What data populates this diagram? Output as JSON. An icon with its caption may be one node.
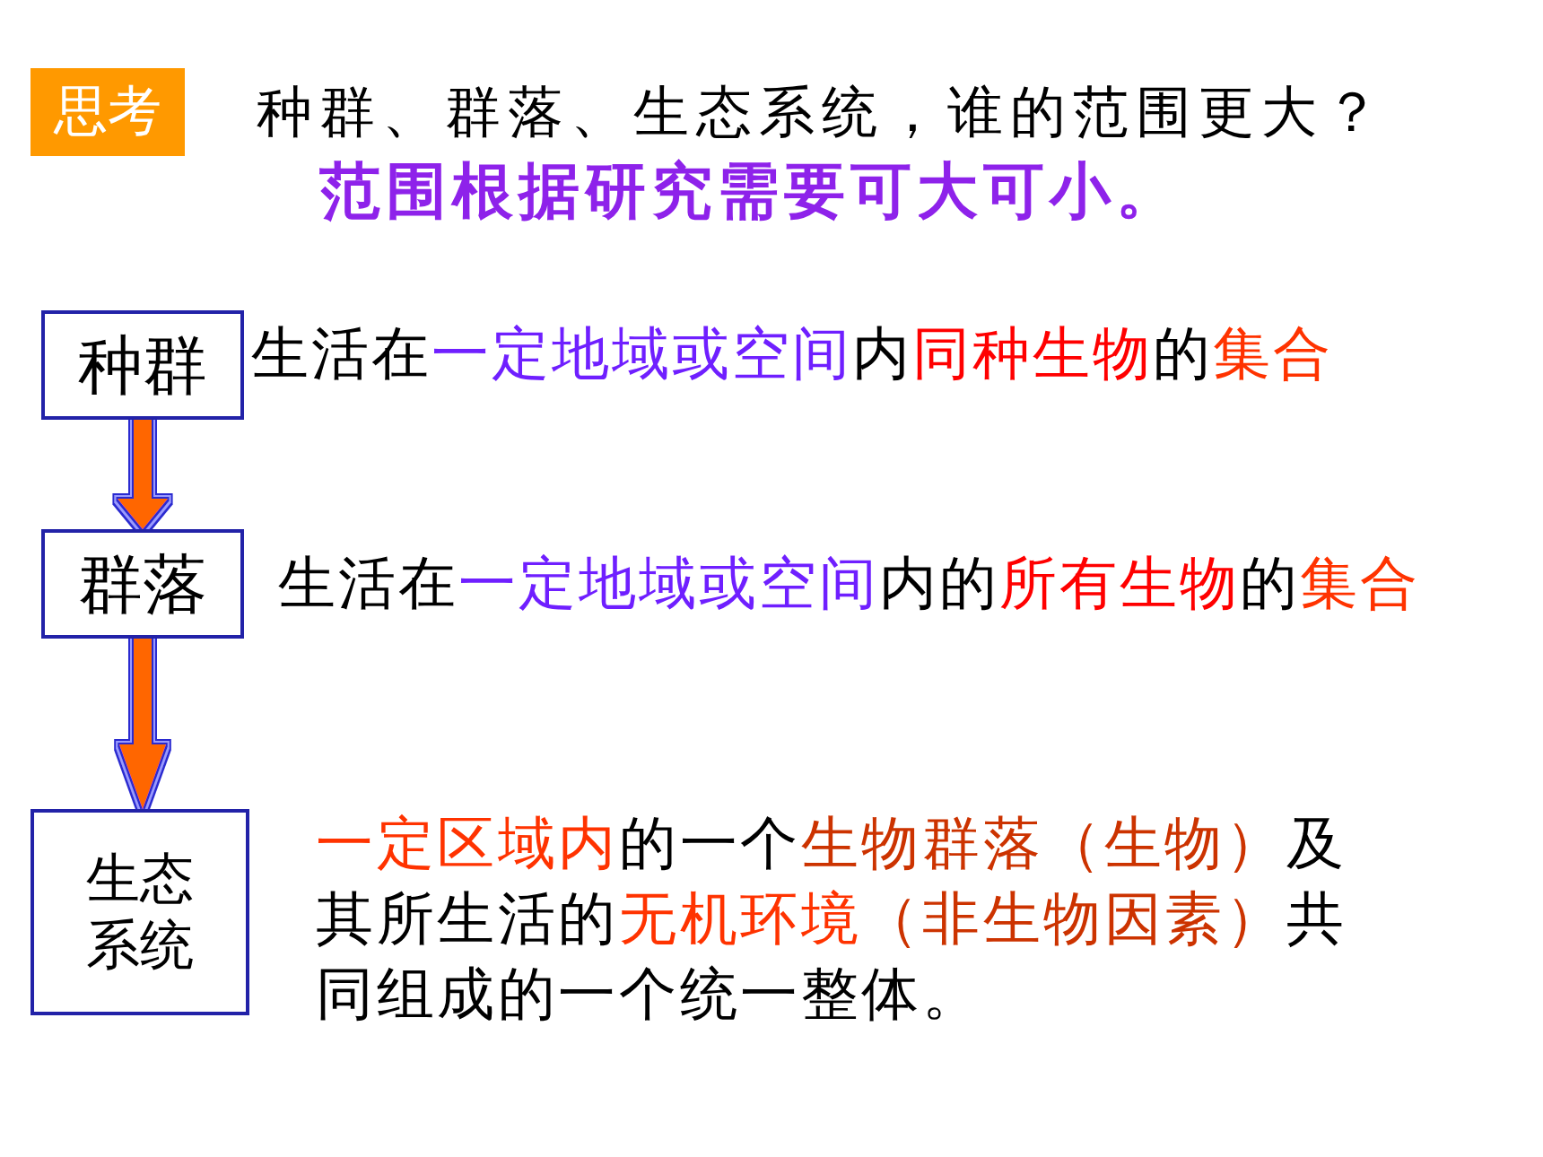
{
  "diagram": {
    "title": "种群、群落、生态系统，谁的范围更大？",
    "nodes": [
      {
        "text": [
          "思考"
        ]
      },
      {
        "text": [
          "种群"
        ],
        "beside": [
          "生活在一定地域或空间内同种生物的集合"
        ]
      },
      {
        "text": [
          "群落"
        ],
        "beside": [
          "生活在一定地域或空间内的所有生物的集合"
        ]
      },
      {
        "text": [
          "生态系统"
        ],
        "beside": [
          "一定区域内的一个生物群落（生物）及其所生活的无机环境（非生物因素）共同组成的一个统一整体。"
        ]
      }
    ],
    "edges": [
      {
        "from": 1,
        "to": 2,
        "arrow": "to"
      },
      {
        "from": 2,
        "to": 3,
        "arrow": "to"
      }
    ],
    "labels": [
      "范围根据研究需要可大可小。"
    ]
  }
}
